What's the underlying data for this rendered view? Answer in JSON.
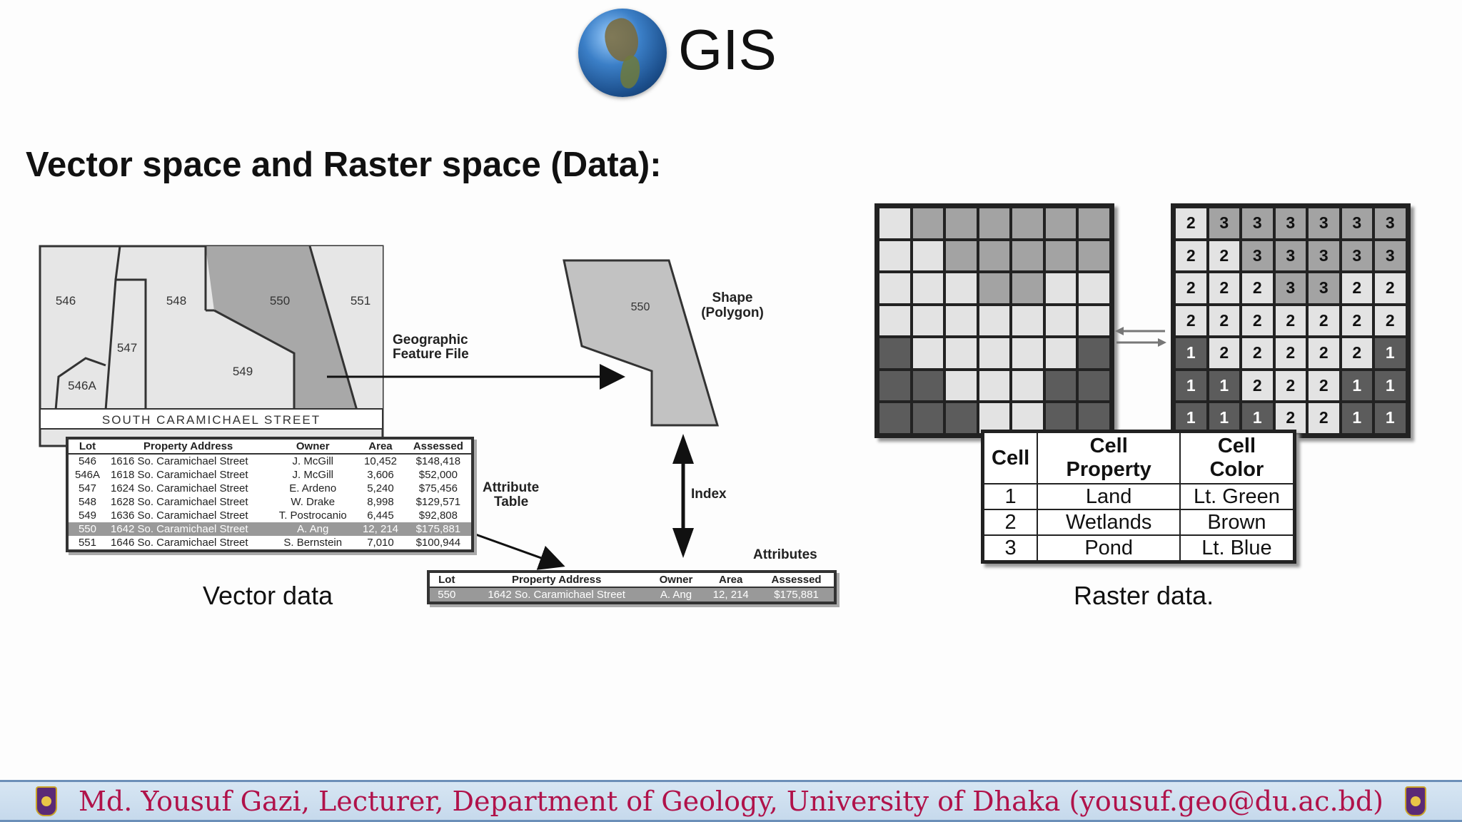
{
  "header": {
    "title": "GIS",
    "icon": "globe-icon"
  },
  "heading": "Vector space and Raster space (Data):",
  "vector": {
    "caption": "Vector data",
    "parcel_labels": [
      "546",
      "548",
      "550",
      "551",
      "547",
      "546A",
      "549"
    ],
    "street": "SOUTH CARAMICHAEL STREET",
    "geo_feature_label": [
      "Geographic",
      "Feature File"
    ],
    "shape_label": [
      "Shape",
      "(Polygon)"
    ],
    "shape_parcel": "550",
    "attribute_table_label": [
      "Attribute",
      "Table"
    ],
    "index_label": "Index",
    "attributes_label": "Attributes",
    "table": {
      "headers": [
        "Lot",
        "Property Address",
        "Owner",
        "Area",
        "Assessed"
      ],
      "rows": [
        [
          "546",
          "1616 So. Caramichael Street",
          "J. McGill",
          "10,452",
          "$148,418"
        ],
        [
          "546A",
          "1618 So. Caramichael Street",
          "J. McGill",
          "3,606",
          "$52,000"
        ],
        [
          "547",
          "1624 So. Caramichael Street",
          "E. Ardeno",
          "5,240",
          "$75,456"
        ],
        [
          "548",
          "1628 So. Caramichael Street",
          "W. Drake",
          "8,998",
          "$129,571"
        ],
        [
          "549",
          "1636 So. Caramichael Street",
          "T. Postrocanio",
          "6,445",
          "$92,808"
        ],
        [
          "550",
          "1642 So. Caramichael Street",
          "A. Ang",
          "12, 214",
          "$175,881"
        ],
        [
          "551",
          "1646 So. Caramichael Street",
          "S. Bernstein",
          "7,010",
          "$100,944"
        ]
      ],
      "highlight_row": 5
    },
    "attributes_table": {
      "headers": [
        "Lot",
        "Property Address",
        "Owner",
        "Area",
        "Assessed"
      ],
      "row": [
        "550",
        "1642 So. Caramichael Street",
        "A. Ang",
        "12, 214",
        "$175,881"
      ]
    }
  },
  "raster": {
    "caption": "Raster data.",
    "grid": [
      [
        2,
        3,
        3,
        3,
        3,
        3,
        3
      ],
      [
        2,
        2,
        3,
        3,
        3,
        3,
        3
      ],
      [
        2,
        2,
        2,
        3,
        3,
        2,
        2
      ],
      [
        2,
        2,
        2,
        2,
        2,
        2,
        2
      ],
      [
        1,
        2,
        2,
        2,
        2,
        2,
        1
      ],
      [
        1,
        1,
        2,
        2,
        2,
        1,
        1
      ],
      [
        1,
        1,
        1,
        2,
        2,
        1,
        1
      ]
    ],
    "legend": {
      "headers": [
        "Cell",
        "Cell Property",
        "Cell Color"
      ],
      "rows": [
        [
          "1",
          "Land",
          "Lt. Green"
        ],
        [
          "2",
          "Wetlands",
          "Brown"
        ],
        [
          "3",
          "Pond",
          "Lt. Blue"
        ]
      ]
    }
  },
  "footer": {
    "text": "Md. Yousuf Gazi, Lecturer, Department of Geology, University of Dhaka (yousuf.geo@du.ac.bd)"
  }
}
